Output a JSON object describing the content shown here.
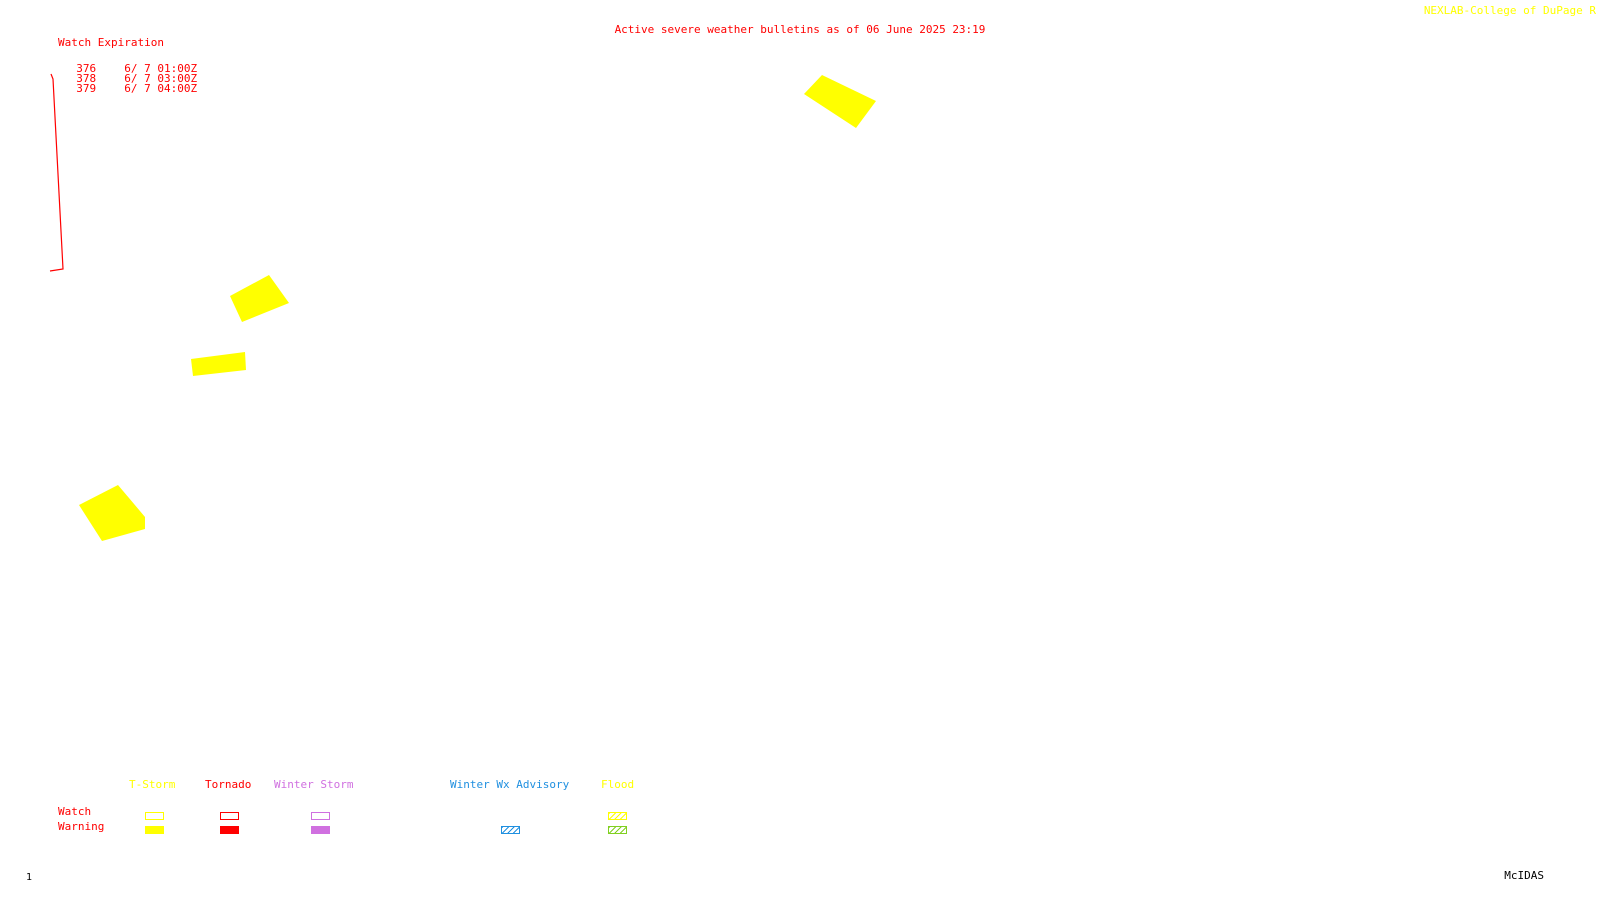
{
  "header": {
    "title": "Active severe weather bulletins as of 06 June 2025 23:19",
    "credit": "NEXLAB-College of DuPage R"
  },
  "watch_expiration": {
    "title": "Watch Expiration",
    "rows": [
      {
        "number": "376",
        "expires": "6/ 7 01:00Z"
      },
      {
        "number": "378",
        "expires": "6/ 7 03:00Z"
      },
      {
        "number": "379",
        "expires": "6/ 7 04:00Z"
      }
    ]
  },
  "map": {
    "warning_polygons": [
      {
        "type": "t-storm-warning",
        "color": "#ffff00"
      },
      {
        "type": "t-storm-warning",
        "color": "#ffff00"
      },
      {
        "type": "t-storm-warning",
        "color": "#ffff00"
      },
      {
        "type": "t-storm-warning",
        "color": "#ffff00"
      }
    ],
    "watch_outline_color": "#ff0000"
  },
  "legend": {
    "row_labels": {
      "watch": "Watch",
      "warning": "Warning"
    },
    "categories": [
      {
        "label": "T-Storm",
        "color": "#ffff00",
        "watch_style": "outline",
        "warning_style": "solid"
      },
      {
        "label": "Tornado",
        "color": "#ff0000",
        "watch_style": "outline",
        "warning_style": "solid"
      },
      {
        "label": "Winter Storm",
        "color": "#d070e0",
        "watch_style": "outline",
        "warning_style": "solid"
      },
      {
        "label": "Winter Wx Advisory",
        "color": "#2090e0",
        "watch_style": "none",
        "warning_style": "hatched"
      },
      {
        "label": "Flood",
        "color": "#ffff00",
        "watch_style": "hatched",
        "warning_style": "hatched-green",
        "warning_color": "#80d020"
      }
    ]
  },
  "footer": {
    "frame_number": "1",
    "software": "McIDAS"
  }
}
